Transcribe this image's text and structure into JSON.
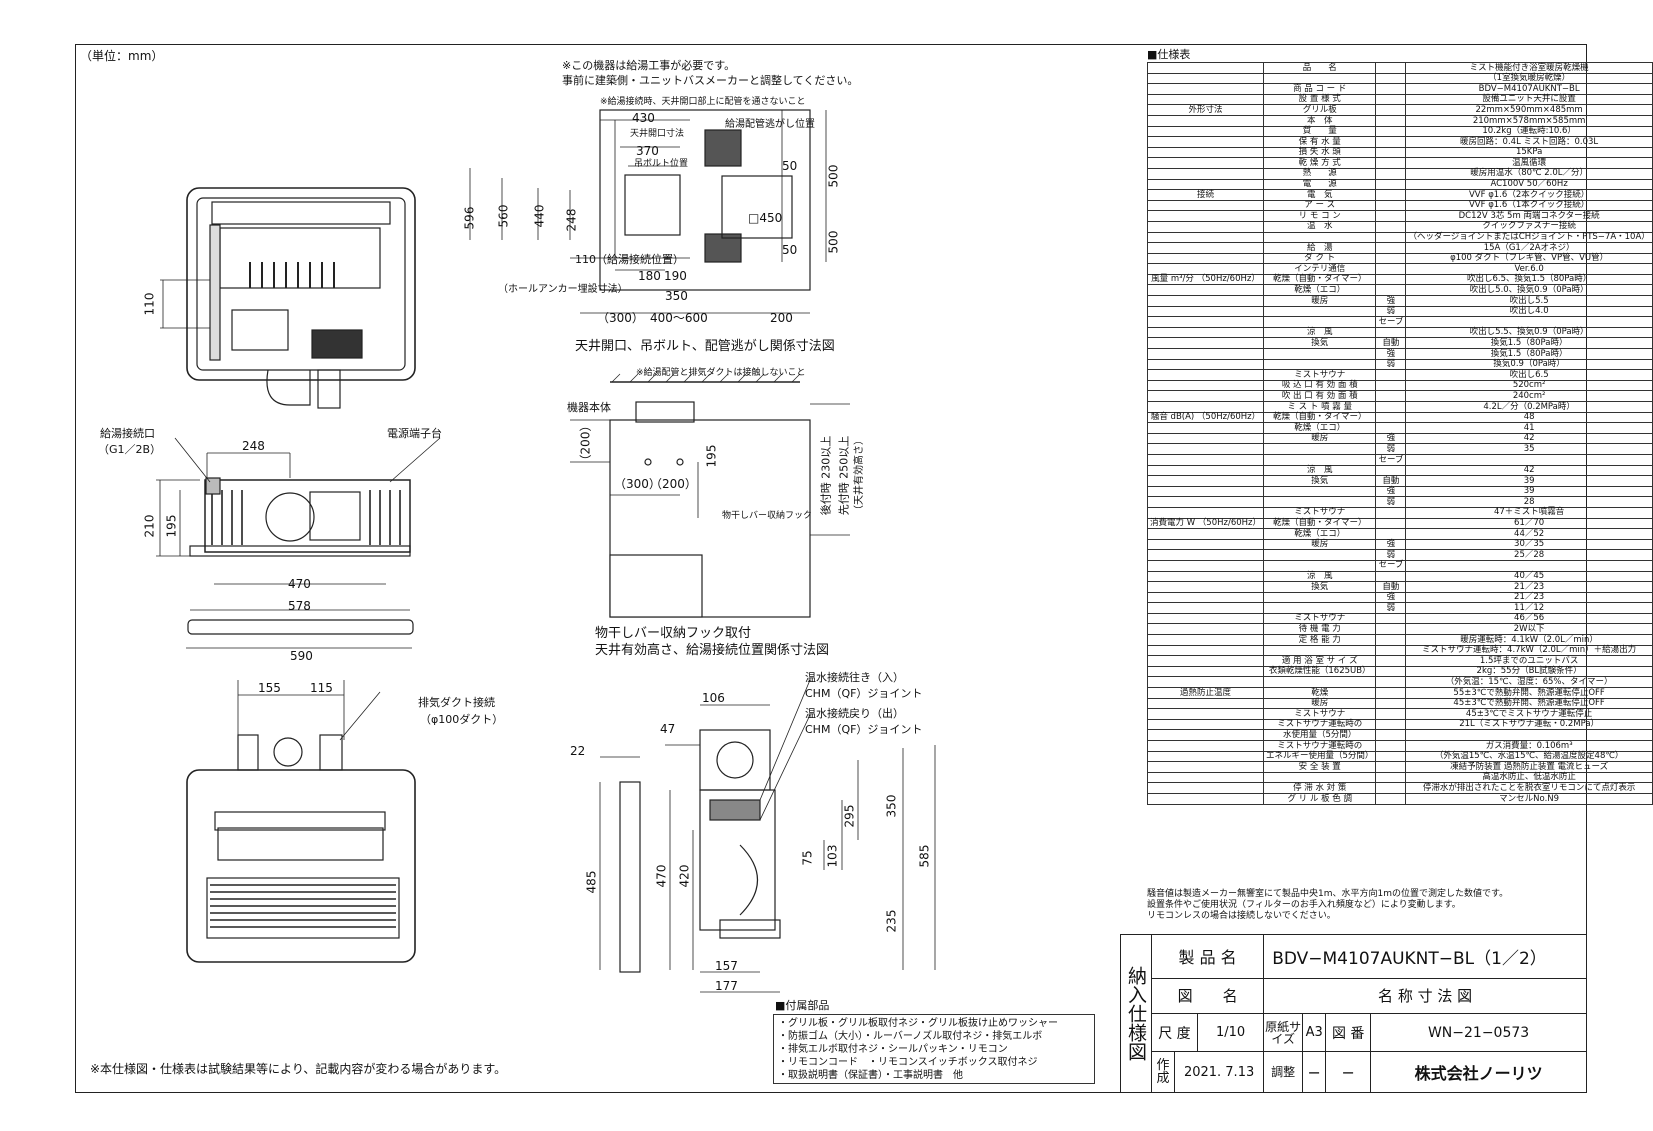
{
  "unit_label": "（単位：mm）",
  "notes_top": [
    "※この機器は給湯工事が必要です。",
    "事前に建築側・ユニットバスメーカーと調整してください。"
  ],
  "note_bottom": "※本仕様図・仕様表は試験結果等により、記載内容が変わる場合があります。",
  "spec_title": "■仕様表",
  "spec_rows": [
    {
      "g": "",
      "a": "品　　名",
      "b": "",
      "v": "ミスト機能付き浴室暖房乾燥機"
    },
    {
      "g": "",
      "a": "",
      "b": "",
      "v": "（1室換気暖房乾燥）"
    },
    {
      "g": "",
      "a": "商 品 コ ー ド",
      "b": "",
      "v": "BDV−M4107AUKNT−BL"
    },
    {
      "g": "",
      "a": "設 置 様 式",
      "b": "",
      "v": "設備ユニット天井に設置"
    },
    {
      "g": "外形寸法",
      "a": "グリル板",
      "b": "",
      "v": "22mm×590mm×485mm"
    },
    {
      "g": "",
      "a": "本　体",
      "b": "",
      "v": "210mm×578mm×585mm"
    },
    {
      "g": "",
      "a": "質　　量",
      "b": "",
      "v": "10.2kg（運転時:10.6）"
    },
    {
      "g": "",
      "a": "保 有 水 量",
      "b": "",
      "v": "暖房回路：0.4L ミスト回路：0.03L"
    },
    {
      "g": "",
      "a": "損 失 水 頭",
      "b": "",
      "v": "15KPa"
    },
    {
      "g": "",
      "a": "乾 燥 方 式",
      "b": "",
      "v": "温風循環"
    },
    {
      "g": "",
      "a": "熱　　源",
      "b": "",
      "v": "暖房用温水（80℃ 2.0L／分）"
    },
    {
      "g": "",
      "a": "電　　源",
      "b": "",
      "v": "AC100V 50／60Hz"
    },
    {
      "g": "接続",
      "a": "電　気",
      "b": "",
      "v": "VVF φ1.6（2本クイック接続）"
    },
    {
      "g": "",
      "a": "ア ー ス",
      "b": "",
      "v": "VVF φ1.6（1本クイック接続）"
    },
    {
      "g": "",
      "a": "リ モ コ ン",
      "b": "",
      "v": "DC12V 3芯 5m 両端コネクター接続"
    },
    {
      "g": "",
      "a": "温　水",
      "b": "",
      "v": "クイックファスナー接続"
    },
    {
      "g": "",
      "a": "",
      "b": "",
      "v": "（ヘッダージョイントまたはCHジョイント・PTS−7A・10A）"
    },
    {
      "g": "",
      "a": "給　湯",
      "b": "",
      "v": "15A（G1／2Aオネジ）"
    },
    {
      "g": "",
      "a": "ダ ク ト",
      "b": "",
      "v": "φ100 ダクト（フレキ管、VP管、VU管）"
    },
    {
      "g": "",
      "a": "インテリ通信",
      "b": "",
      "v": "Ver.6.0"
    },
    {
      "g": "風量 m³/分 （50Hz/60Hz）",
      "a": "乾燥（自動・タイマー）",
      "b": "",
      "v": "吹出し6.5、換気1.5（80Pa時）"
    },
    {
      "g": "",
      "a": "乾燥（エコ）",
      "b": "",
      "v": "吹出し5.0、換気0.9（0Pa時）"
    },
    {
      "g": "",
      "a": "暖房",
      "b": "強",
      "v": "吹出し5.5"
    },
    {
      "g": "",
      "a": "",
      "b": "弱",
      "v": "吹出し4.0"
    },
    {
      "g": "",
      "a": "",
      "b": "セーブ",
      "v": ""
    },
    {
      "g": "",
      "a": "涼　風",
      "b": "",
      "v": "吹出し5.5、換気0.9（0Pa時）"
    },
    {
      "g": "",
      "a": "換気",
      "b": "自動",
      "v": "換気1.5（80Pa時）"
    },
    {
      "g": "",
      "a": "",
      "b": "強",
      "v": "換気1.5（80Pa時）"
    },
    {
      "g": "",
      "a": "",
      "b": "弱",
      "v": "換気0.9（0Pa時）"
    },
    {
      "g": "",
      "a": "ミストサウナ",
      "b": "",
      "v": "吹出し6.5"
    },
    {
      "g": "",
      "a": "吸 込 口 有 効 面 積",
      "b": "",
      "v": "520cm²"
    },
    {
      "g": "",
      "a": "吹 出 口 有 効 面 積",
      "b": "",
      "v": "240cm²"
    },
    {
      "g": "",
      "a": "ミ ス ト 噴 霧 量",
      "b": "",
      "v": "4.2L／分（0.2MPa時）"
    },
    {
      "g": "騒音 dB(A) （50Hz/60Hz）",
      "a": "乾燥（自動・タイマー）",
      "b": "",
      "v": "48"
    },
    {
      "g": "",
      "a": "乾燥（エコ）",
      "b": "",
      "v": "41"
    },
    {
      "g": "",
      "a": "暖房",
      "b": "強",
      "v": "42"
    },
    {
      "g": "",
      "a": "",
      "b": "弱",
      "v": "35"
    },
    {
      "g": "",
      "a": "",
      "b": "セーブ",
      "v": ""
    },
    {
      "g": "",
      "a": "涼　風",
      "b": "",
      "v": "42"
    },
    {
      "g": "",
      "a": "換気",
      "b": "自動",
      "v": "39"
    },
    {
      "g": "",
      "a": "",
      "b": "強",
      "v": "39"
    },
    {
      "g": "",
      "a": "",
      "b": "弱",
      "v": "28"
    },
    {
      "g": "",
      "a": "ミストサウナ",
      "b": "",
      "v": "47＋ミスト噴霧音"
    },
    {
      "g": "消費電力 W （50Hz/60Hz）",
      "a": "乾燥（自動・タイマー）",
      "b": "",
      "v": "61／70"
    },
    {
      "g": "",
      "a": "乾燥（エコ）",
      "b": "",
      "v": "44／52"
    },
    {
      "g": "",
      "a": "暖房",
      "b": "強",
      "v": "30／35"
    },
    {
      "g": "",
      "a": "",
      "b": "弱",
      "v": "25／28"
    },
    {
      "g": "",
      "a": "",
      "b": "セーブ",
      "v": ""
    },
    {
      "g": "",
      "a": "涼　風",
      "b": "",
      "v": "40／45"
    },
    {
      "g": "",
      "a": "換気",
      "b": "自動",
      "v": "21／23"
    },
    {
      "g": "",
      "a": "",
      "b": "強",
      "v": "21／23"
    },
    {
      "g": "",
      "a": "",
      "b": "弱",
      "v": "11／12"
    },
    {
      "g": "",
      "a": "ミストサウナ",
      "b": "",
      "v": "46／56"
    },
    {
      "g": "",
      "a": "待 機 電 力",
      "b": "",
      "v": "2W以下"
    },
    {
      "g": "",
      "a": "定 格 能 力",
      "b": "",
      "v": "暖房運転時：4.1kW（2.0L／min）"
    },
    {
      "g": "",
      "a": "",
      "b": "",
      "v": "ミストサウナ運転時：4.7kW（2.0L／min）＋給湯出力"
    },
    {
      "g": "",
      "a": "適 用 浴 室 サ イ ズ",
      "b": "",
      "v": "1.5坪までのユニットバス"
    },
    {
      "g": "",
      "a": "衣類乾燥性能（1625UB）",
      "b": "",
      "v": "2kg：55分（BL試験条件）"
    },
    {
      "g": "",
      "a": "",
      "b": "",
      "v": "（外気温：15℃、湿度：65%、タイマー）"
    },
    {
      "g": "過熱防止温度",
      "a": "乾燥",
      "b": "",
      "v": "55±3℃で熱動弁開、熱源運転停止OFF"
    },
    {
      "g": "",
      "a": "暖房",
      "b": "",
      "v": "45±3℃で熱動弁開、熱源運転停止OFF"
    },
    {
      "g": "",
      "a": "ミストサウナ",
      "b": "",
      "v": "45±3℃でミストサウナ運転停止"
    },
    {
      "g": "",
      "a": "ミストサウナ運転時の",
      "b": "",
      "v": "21L（ミストサウナ運転・0.2MPa）"
    },
    {
      "g": "",
      "a": "水使用量（5分間）",
      "b": "",
      "v": ""
    },
    {
      "g": "",
      "a": "ミストサウナ運転時の",
      "b": "",
      "v": "ガス消費量：0.106m³"
    },
    {
      "g": "",
      "a": "エネルギー使用量（5分間）",
      "b": "",
      "v": "（外気温15℃、水温15℃、給湯温度設定48℃）"
    },
    {
      "g": "",
      "a": "安 全 装 置",
      "b": "",
      "v": "凍結予防装置 過熱防止装置 電流ヒューズ"
    },
    {
      "g": "",
      "a": "",
      "b": "",
      "v": "高温水防止、低温水防止"
    },
    {
      "g": "",
      "a": "停 滞 水 対 策",
      "b": "",
      "v": "停滞水が排出されたことを脱衣室リモコンにて点灯表示"
    },
    {
      "g": "",
      "a": "グ リ ル 板 色 調",
      "b": "",
      "v": "マンセルNo.N9"
    }
  ],
  "spec_notes": [
    "騒音値は製造メーカー無響室にて製品中央1m、水平方向1mの位置で測定した数値です。",
    "設置条件やご使用状況（フィルターのお手入れ頻度など）により変動します。",
    "リモコンレスの場合は接続しないでください。"
  ],
  "accessories_title": "■付属部品",
  "accessories": [
    "・グリル板・グリル板取付ネジ・グリル板抜け止めワッシャー",
    "・防振ゴム（大小）・ルーバーノズル取付ネジ・排気エルボ",
    "・排気エルボ取付ネジ・シールパッキン・リモコン",
    "・リモコンコード　・リモコンスイッチボックス取付ネジ",
    "・取扱説明書（保証書）・工事説明書　他"
  ],
  "title_block": {
    "side": "納入仕様図",
    "product_label": "製 品 名",
    "product": "BDV−M4107AUKNT−BL（1／2）",
    "drawing_label": "図　　名",
    "drawing": "名 称 寸 法 図",
    "scale_label": "尺 度",
    "scale": "1/10",
    "paper_label": "原紙サイズ",
    "paper": "A3",
    "number_label": "図 番",
    "number": "WN−21−0573",
    "made_label": "作成",
    "date": "2021. 7.13",
    "check_label": "調整",
    "check": "−",
    "check2": "−",
    "company": "株式会社ノーリツ"
  },
  "labels": {
    "no_pipe_note": "※給湯接続時、天井開口部上に配管を通さないこと",
    "pipe_escape": "給湯配管逃がし位置",
    "ceiling_opening": "天井開口寸法",
    "bolt_position": "吊ボルト位置",
    "anchor": "（ホールアンカー埋設寸法）",
    "water_pos": "（給湯接続位置）",
    "fig_caption1": "天井開口、吊ボルト、配管逃がし関係寸法図",
    "no_contact_note": "※給湯配管と排気ダクトは接触しないこと",
    "body": "機器本体",
    "hook": "物干しバー収納フック",
    "fig_caption2a": "物干しバー収納フック取付",
    "fig_caption2b": "天井有効高さ、給湯接続位置関係寸法図",
    "after_install": "後付時 230以上",
    "pre_install": "先付時 250以上",
    "ceiling_height": "（天井有効高さ）",
    "water_conn": "給湯接続口",
    "water_conn_size": "（G1／2B）",
    "terminal": "電源端子台",
    "exhaust_conn": "排気ダクト接続",
    "exhaust_size": "（φ100ダクト）",
    "hot_out": "温水接続往き（入）",
    "chm_joint1": "CHM（QF）ジョイント",
    "hot_back": "温水接続戻り（出）",
    "chm_joint2": "CHM（QF）ジョイント"
  },
  "dims": {
    "d110": "110",
    "d248": "248",
    "d210": "210",
    "d195": "195",
    "d470": "470",
    "d578": "578",
    "d590": "590",
    "d155": "155",
    "d115": "115",
    "d430": "430",
    "d370": "370",
    "d596": "596",
    "d560": "560",
    "d440": "440",
    "d248b": "248",
    "d110b": "110（給湯接続位置）",
    "d180": "180",
    "d190": "190",
    "d350": "350",
    "d300": "（300）",
    "d400_600": "400〜600",
    "d200": "200",
    "d50a": "50",
    "d500a": "500",
    "d450": "□450",
    "d50b": "50",
    "d500b": "500",
    "d200b": "（200）",
    "d195b": "195",
    "d300b": "（300）",
    "d200c": "（200）",
    "d106": "106",
    "d47": "47",
    "d22": "22",
    "d485": "485",
    "d470b": "470",
    "d420": "420",
    "d295": "295",
    "d103": "103",
    "d75": "75",
    "d350b": "350",
    "d585": "585",
    "d235": "235",
    "d157": "157",
    "d177": "177"
  }
}
